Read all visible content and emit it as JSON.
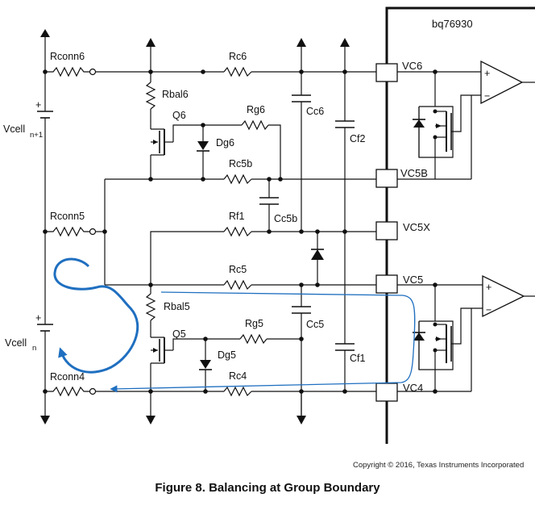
{
  "figure": {
    "caption": "Figure 8. Balancing at Group Boundary",
    "copyright": "Copyright © 2016, Texas Instruments Incorporated",
    "chip_name": "bq76930"
  },
  "components": {
    "rconn6": "Rconn6",
    "rconn5": "Rconn5",
    "rconn4": "Rconn4",
    "rc6": "Rc6",
    "rc5b": "Rc5b",
    "rc5": "Rc5",
    "rc4": "Rc4",
    "rf1": "Rf1",
    "rg6": "Rg6",
    "rg5": "Rg5",
    "rbal6": "Rbal6",
    "rbal5": "Rbal5",
    "q6": "Q6",
    "q5": "Q5",
    "dg6": "Dg6",
    "dg5": "Dg5",
    "cc6": "Cc6",
    "cc5b": "Cc5b",
    "cc5": "Cc5",
    "cf2": "Cf2",
    "cf1": "Cf1",
    "vcell_upper_main": "Vcell",
    "vcell_upper_sub": "n+1",
    "vcell_lower_main": "Vcell",
    "vcell_lower_sub": "n",
    "plus": "+"
  },
  "pins": {
    "vc6": "VC6",
    "vc5b": "VC5B",
    "vc5x": "VC5X",
    "vc5": "VC5",
    "vc4": "VC4"
  },
  "amp_signs": {
    "plus": "+",
    "minus": "−"
  },
  "colors": {
    "wire": "#111111",
    "current_path": "#1f6fc0"
  }
}
